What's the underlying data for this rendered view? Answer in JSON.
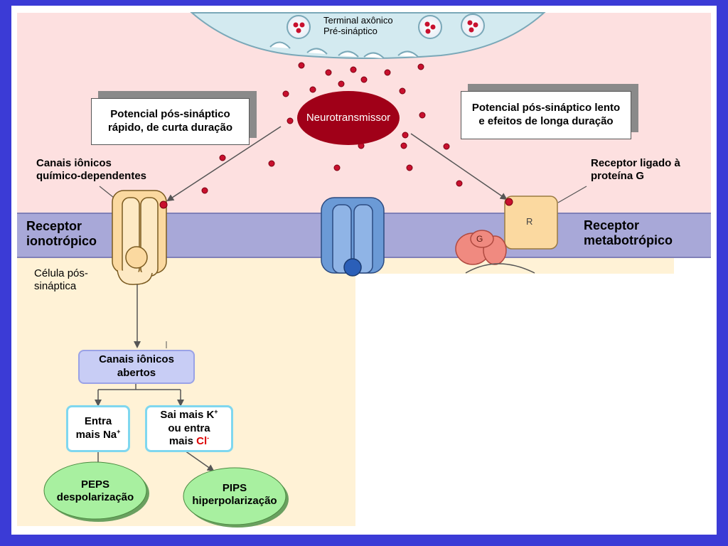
{
  "colors": {
    "background_border": "#3b3bd6",
    "synaptic_cleft": "#fde0e0",
    "membrane": "#a8a8d8",
    "cytoplasm": "#fff2d6",
    "presynaptic_terminal": "#d3eaf0",
    "neurotransmitter": "#c8102e",
    "neurotransmitter_label_bg": "#a00018",
    "ionotropic_receptor": "#fbd9a0",
    "blue_channel": "#6b9ad6",
    "g_protein": "#f08a80",
    "metabotropic_receptor": "#fbd9a0",
    "ion_box_fill": "#c8cdf5",
    "cyan_box_border": "#7fd7ef",
    "oval_fill": "#a8f0a0",
    "chloride_color": "#dd0000"
  },
  "presynaptic": {
    "line1": "Terminal axônico",
    "line2": "Pré-sináptico"
  },
  "neurotransmitter_label": "Neurotransmissor",
  "fast_potential": {
    "line1": "Potencial pós-sináptico",
    "line2": "rápido, de curta duração"
  },
  "slow_potential": {
    "line1": "Potencial pós-sináptico lento",
    "line2": "e efeitos de longa duração"
  },
  "chemical_channels": {
    "line1": "Canais iônicos",
    "line2": "químico-dependentes"
  },
  "g_protein_receptor": {
    "line1": "Receptor ligado à",
    "line2": "proteína G"
  },
  "ionotropic": {
    "line1": "Receptor",
    "line2": "ionotrópico"
  },
  "metabotropic": {
    "line1": "Receptor",
    "line2": "metabotrópico"
  },
  "postsynaptic_cell": {
    "line1": "Célula pós-",
    "line2": "sináptica"
  },
  "receptor_r_label": "R",
  "g_protein_label": "G",
  "open_channels": {
    "line1": "Canais iônicos",
    "line2": "abertos"
  },
  "na_box": {
    "line1": "Entra",
    "line2_prefix": "mais Na",
    "line2_sup": "+"
  },
  "k_box": {
    "line1_prefix": "Sai mais K",
    "line1_sup": "+",
    "line2": "ou entra",
    "line3_prefix": "mais ",
    "line3_ion": "Cl",
    "line3_sup": "-"
  },
  "peps": {
    "line1": "PEPS",
    "line2": "despolarização"
  },
  "pips": {
    "line1": "PIPS",
    "line2": "hiperpolarização"
  }
}
